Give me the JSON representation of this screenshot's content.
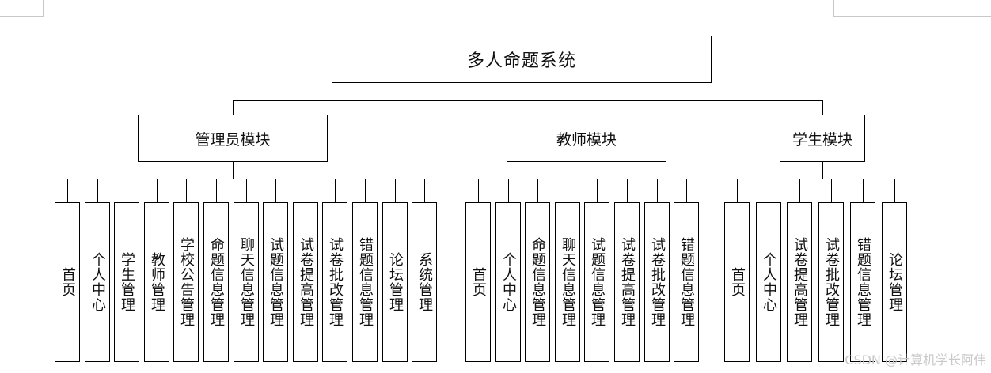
{
  "root": {
    "label": "多人命题系统"
  },
  "modules": [
    {
      "label": "管理员模块",
      "items": [
        "首页",
        "个人中心",
        "学生管理",
        "教师管理",
        "学校公告管理",
        "命题信息管理",
        "聊天信息管理",
        "试题信息管理",
        "试卷提高管理",
        "试卷批改管理",
        "错题信息管理",
        "论坛管理",
        "系统管理"
      ]
    },
    {
      "label": "教师模块",
      "items": [
        "首页",
        "个人中心",
        "命题信息管理",
        "聊天信息管理",
        "试题信息管理",
        "试卷提高管理",
        "试卷批改管理",
        "错题信息管理"
      ]
    },
    {
      "label": "学生模块",
      "items": [
        "首页",
        "个人中心",
        "试卷提高管理",
        "试卷批改管理",
        "错题信息管理",
        "论坛管理"
      ]
    }
  ],
  "watermark": "CSDN @计算机学长阿伟"
}
